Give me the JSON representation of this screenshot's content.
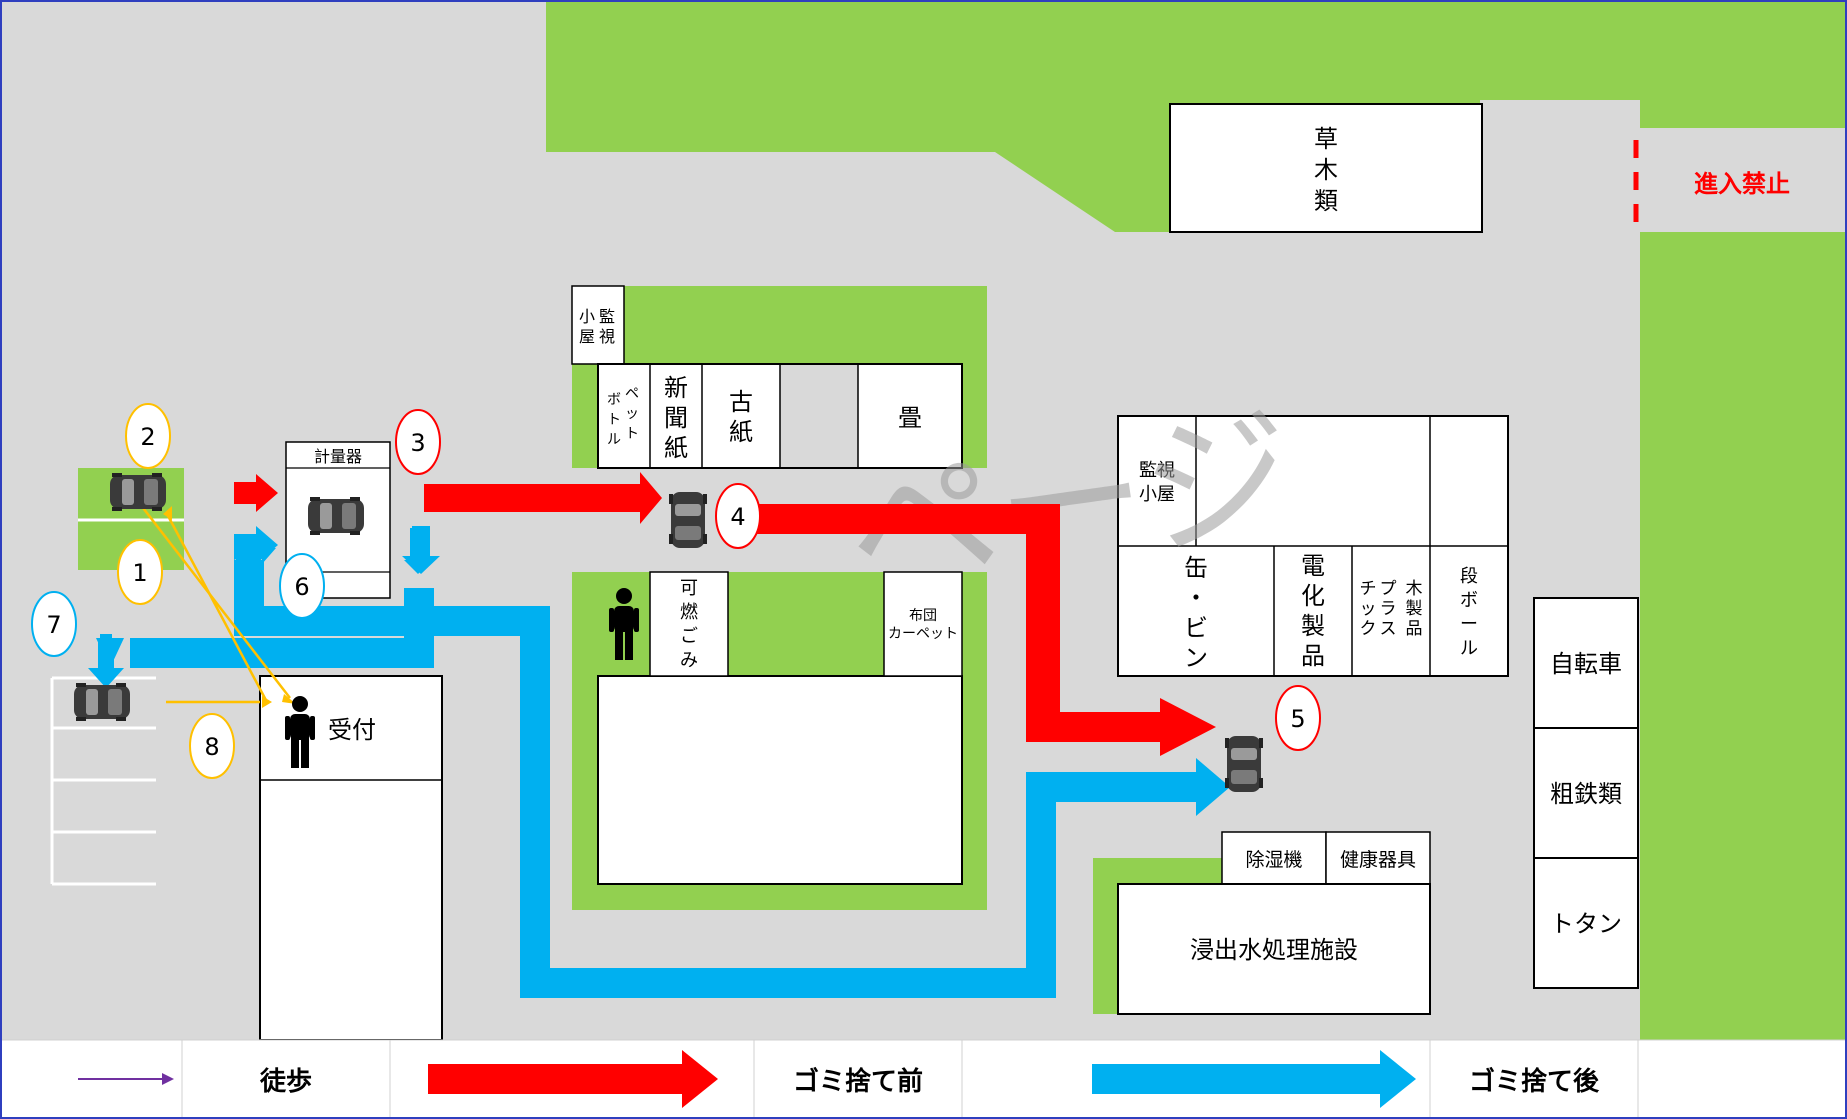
{
  "colors": {
    "ground": "#d9d9d9",
    "grass": "#92d050",
    "before": "#ff0000",
    "after": "#00b0f0",
    "walk": "#7030a0",
    "path": "#ffc000",
    "frame": "#2f3fbf",
    "legend_bg": "#ffffff",
    "no_entry": "#ff0000"
  },
  "icons": [
    "car-icon",
    "person-icon",
    "arrow-icon",
    "dashed-line-no-entry"
  ],
  "labels": {
    "kusaki": [
      "草",
      "木",
      "類"
    ],
    "no_entry": "進入禁止",
    "monitor_small": [
      "監",
      "視"
    ],
    "monitor_small_2": [
      "小",
      "屋"
    ],
    "pet_bottle": [
      "ペ",
      "ッ",
      "ト"
    ],
    "pet_bottle_2": [
      "ボ",
      "ト",
      "ル"
    ],
    "newspaper": [
      "新",
      "聞",
      "紙"
    ],
    "old_paper": [
      "古",
      "紙"
    ],
    "tatami": "畳",
    "scale": "計量器",
    "combustible": [
      "可",
      "燃",
      "ご",
      "み"
    ],
    "futon": [
      "布団",
      "カーペット"
    ],
    "reception": "受付",
    "monitor_big": [
      "監視",
      "小屋"
    ],
    "can_bin": [
      "缶",
      "・",
      "ビ",
      "ン"
    ],
    "appliances": [
      "電",
      "化",
      "製",
      "品"
    ],
    "plastic": [
      "プ",
      "ラ",
      "ス"
    ],
    "plastic_2": [
      "チ",
      "ッ",
      "ク"
    ],
    "wood_products": [
      "木",
      "製",
      "品"
    ],
    "cardboard": [
      "段",
      "ボ",
      "ー",
      "ル"
    ],
    "dehumidifier": "除湿機",
    "health": "健康器具",
    "leachate": "浸出水処理施設",
    "bicycle": "自転車",
    "scrap_iron": "粗鉄類",
    "tin": "トタン",
    "watermark": "ページ"
  },
  "steps": [
    "1",
    "2",
    "3",
    "4",
    "5",
    "6",
    "7",
    "8"
  ],
  "legend": {
    "walk": "徒歩",
    "before": "ゴミ捨て前",
    "after": "ゴミ捨て後"
  }
}
